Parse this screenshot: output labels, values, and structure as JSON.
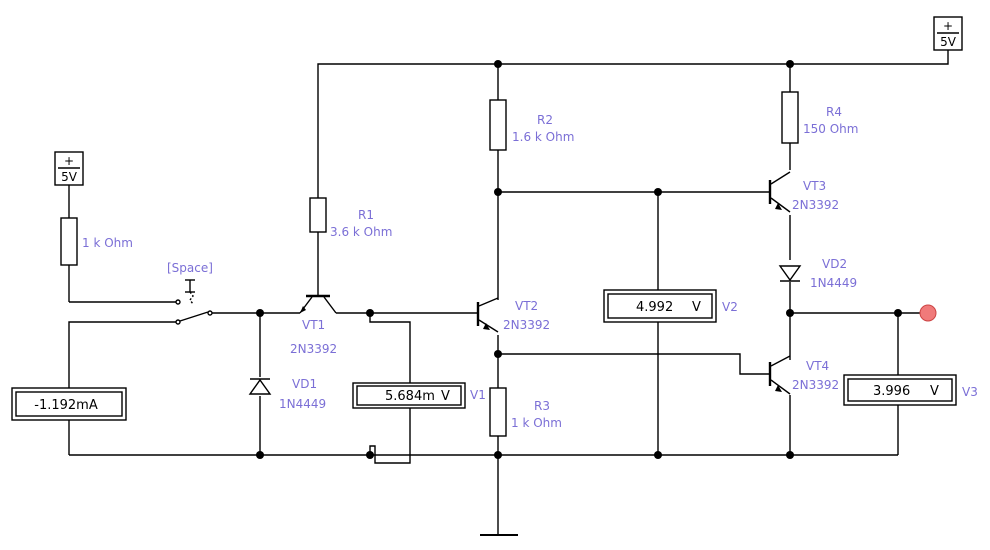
{
  "sources": {
    "left_supply": "5V",
    "right_supply": "5V"
  },
  "switch": {
    "key_label": "[Space]"
  },
  "resistors": {
    "input": {
      "value": "1 k Ohm"
    },
    "R1": {
      "name": "R1",
      "value": "3.6 k Ohm"
    },
    "R2": {
      "name": "R2",
      "value": "1.6 k Ohm"
    },
    "R3": {
      "name": "R3",
      "value": "1 k Ohm"
    },
    "R4": {
      "name": "R4",
      "value": "150  Ohm"
    }
  },
  "transistors": {
    "VT1": {
      "name": "VT1",
      "model": "2N3392"
    },
    "VT2": {
      "name": "VT2",
      "model": "2N3392"
    },
    "VT3": {
      "name": "VT3",
      "model": "2N3392"
    },
    "VT4": {
      "name": "VT4",
      "model": "2N3392"
    }
  },
  "diodes": {
    "VD1": {
      "name": "VD1",
      "model": "1N4449"
    },
    "VD2": {
      "name": "VD2",
      "model": "1N4449"
    }
  },
  "meters": {
    "ammeter": {
      "reading": "-1.192mA"
    },
    "V1": {
      "name": "V1",
      "reading": "5.684m",
      "unit": "V"
    },
    "V2": {
      "name": "V2",
      "reading": "4.992",
      "unit": "V"
    },
    "V3": {
      "name": "V3",
      "reading": "3.996",
      "unit": "V"
    }
  },
  "colors": {
    "label": "#7b6fd6",
    "output_probe": "#f07a7a"
  }
}
